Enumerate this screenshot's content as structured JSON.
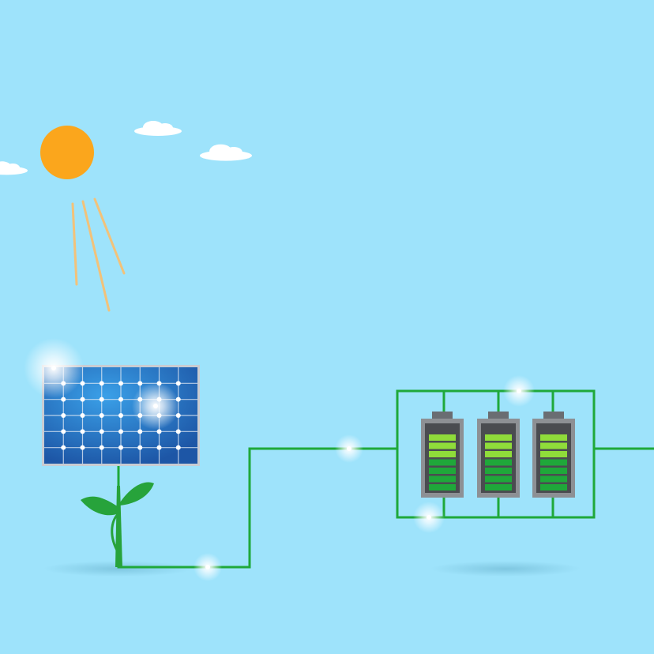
{
  "colors": {
    "sky": "#9ee3fb",
    "sun": "#fba61c",
    "sun_ray": "#f2c27a",
    "cloud": "#ffffff",
    "panel_cell": "#1d56a6",
    "panel_cell_glow": "#3aa0e8",
    "panel_frame": "#c8ccd2",
    "panel_grid": "#e8eef6",
    "wire": "#1fa83a",
    "leaf": "#27a33b",
    "battery_body": "#8d9094",
    "battery_inner": "#4a4c50",
    "battery_cap": "#6a6d72",
    "battery_bar_light": "#8fdc3a",
    "battery_bar_dark": "#1fa83a",
    "spark": "#ffffff",
    "shadow": "#7cc4de"
  },
  "icons": {
    "sun": "sun-icon",
    "cloud": "cloud-icon",
    "solar_panel": "solar-panel-icon",
    "plant": "plant-sprout-icon",
    "battery": "battery-icon",
    "wire": "power-wire",
    "spark": "spark-glow"
  },
  "batteries": [
    {
      "charge_level": 1.0
    },
    {
      "charge_level": 1.0
    },
    {
      "charge_level": 1.0
    }
  ]
}
